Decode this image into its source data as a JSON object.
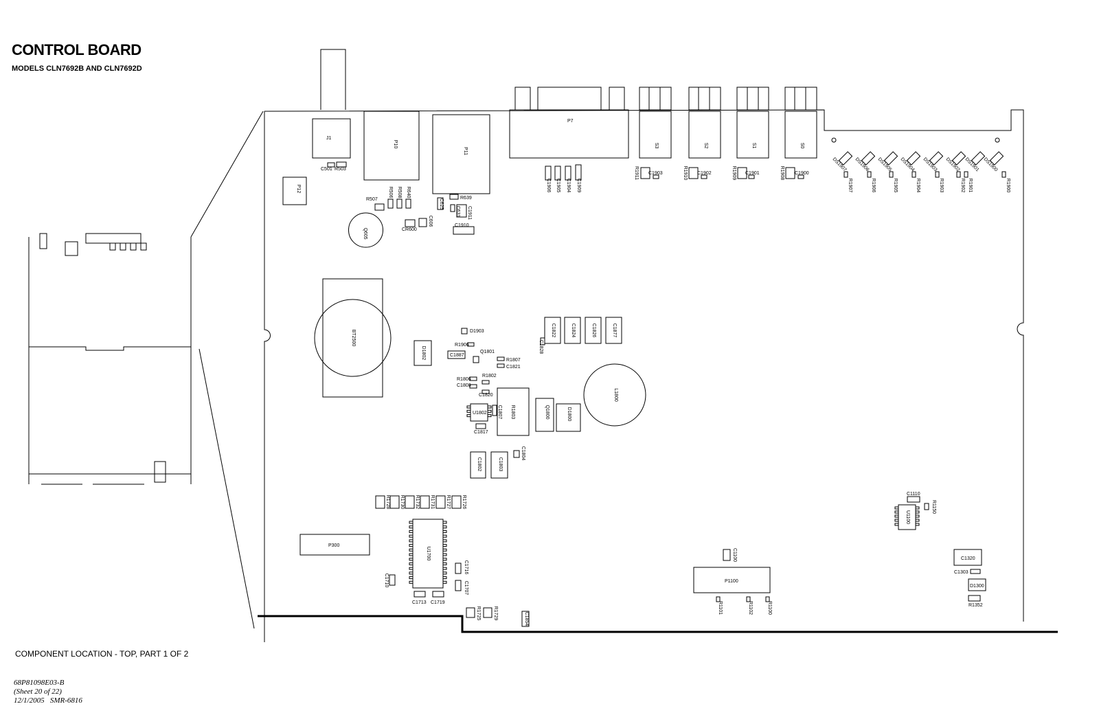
{
  "header": {
    "title": "CONTROL BOARD",
    "subtitle": "MODELS CLN7692B AND CLN7692D"
  },
  "caption": "COMPONENT LOCATION - TOP, PART 1 OF 2",
  "doc_info": {
    "part_number": "68P81098E03-B",
    "sheet": "(Sheet 20 of 22)",
    "date_code": "12/1/2005   SMR-6816"
  },
  "components": [
    "J1",
    "C501",
    "R503",
    "P10",
    "P11",
    "P12",
    "R507",
    "R506",
    "R508",
    "R640",
    "C625",
    "R639",
    "C631",
    "C1911",
    "C606",
    "CR600",
    "Q605",
    "C1910",
    "P7",
    "C1906",
    "C1905",
    "C1904",
    "C1909",
    "S3",
    "S2",
    "S1",
    "S0",
    "R1911",
    "C1903",
    "R1910",
    "C1902",
    "R1909",
    "C1901",
    "R1908",
    "C1900",
    "DS1907",
    "DS1906",
    "DS1905",
    "DS1904",
    "DS1903",
    "DS1902",
    "DS1901",
    "DS1900",
    "R1907",
    "R1906",
    "R1905",
    "R1904",
    "R1903",
    "R1902",
    "R1901",
    "R1900",
    "BT2500",
    "D1802",
    "C1887",
    "D1903",
    "R1906",
    "Q1801",
    "R1807",
    "C1821",
    "R1806",
    "R1802",
    "C1808",
    "C1820",
    "U1802",
    "C1807",
    "C1817",
    "R1803",
    "Q1800",
    "D1800",
    "L1800",
    "C1822",
    "C1824",
    "C1826",
    "C1877",
    "C1828",
    "C1802",
    "C1803",
    "C1804",
    "R1728",
    "R1730",
    "R1732",
    "R1731",
    "R1727",
    "R1726",
    "U1700",
    "P300",
    "C1716",
    "C1707",
    "C1710",
    "C1713",
    "C1719",
    "R1725",
    "R1729",
    "C1854",
    "P1100",
    "C1100",
    "R1101",
    "R1102",
    "R1100",
    "U1100",
    "C1110",
    "R1150",
    "C1320",
    "C1303",
    "D1300",
    "R1352"
  ]
}
